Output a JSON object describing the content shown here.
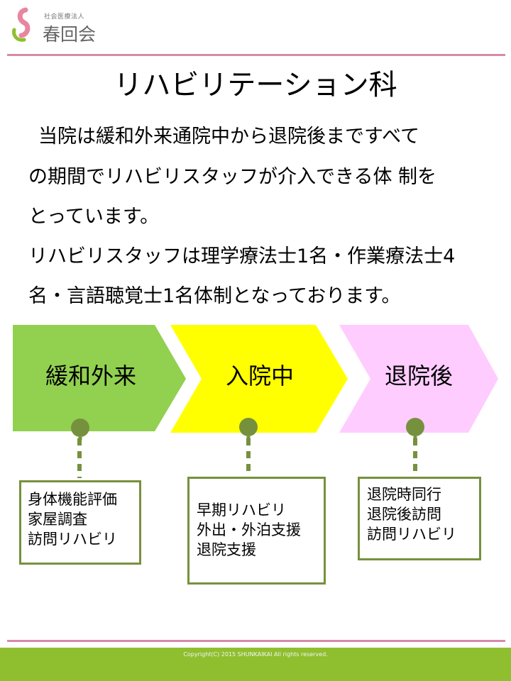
{
  "header": {
    "org_sub": "社会医療法人",
    "org_name": "春回会",
    "colors": {
      "mark_pink": "#e8869f",
      "mark_green": "#8fbf2f",
      "rule": "#d88aa8"
    }
  },
  "title": "リハビリテーション科",
  "intro": {
    "lines": [
      "当院は緩和外来通院中から退院後まですべて",
      "の期間でリハビリスタッフが介入できる体 制を",
      "とっています。",
      "リハビリスタッフは理学療法士1名・作業療法士4",
      "名・言語聴覚士1名体制となっております。"
    ]
  },
  "stages": [
    {
      "label": "緩和外来",
      "color": "#92d050",
      "items": [
        "身体機能評価",
        "家屋調査",
        "訪問リハビリ"
      ]
    },
    {
      "label": "入院中",
      "color": "#ffff00",
      "items": [
        "早期リハビリ",
        "外出・外泊支援",
        "退院支援"
      ]
    },
    {
      "label": "退院後",
      "color": "#ffccff",
      "items": [
        "退院時同行",
        "退院後訪問",
        "訪問リハビリ"
      ]
    }
  ],
  "connector_color": "#76913d",
  "footer": {
    "copyright": "Copyright(C) 2015 SHUNKAIKAI All rights reserved.",
    "color": "#8fbf2f"
  }
}
